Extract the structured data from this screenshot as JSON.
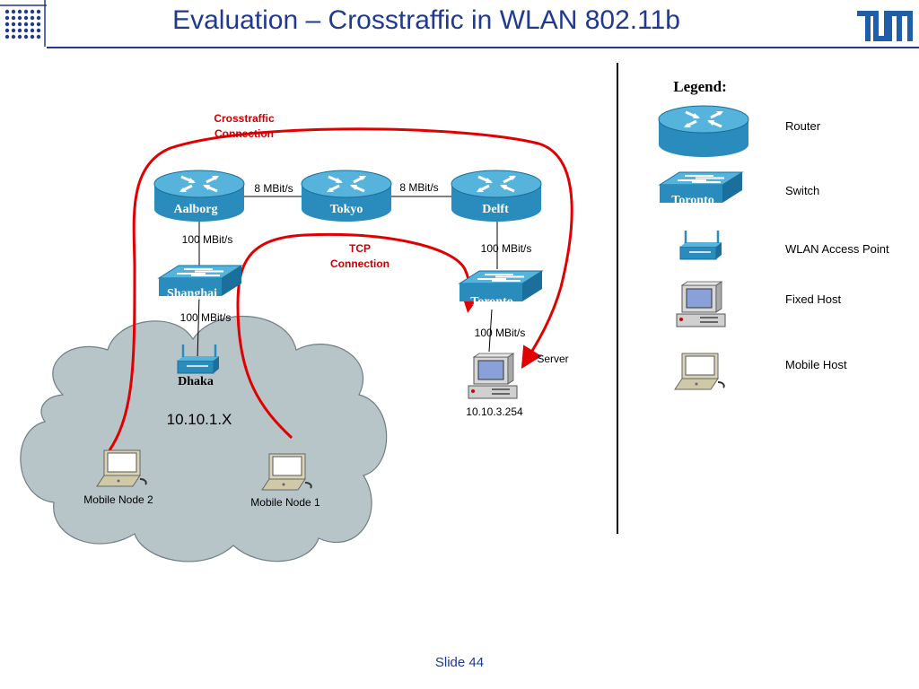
{
  "slide": {
    "title": "Evaluation – Crosstraffic in WLAN 802.11b",
    "footer": "Slide 44"
  },
  "colors": {
    "title_blue": "#1f3a8f",
    "device_blue": "#2b8fbf",
    "connection_red": "#e00000",
    "cloud_fill": "#b7c4c8"
  },
  "network": {
    "routers": {
      "aalborg": "Aalborg",
      "tokyo": "Tokyo",
      "delft": "Delft"
    },
    "switches": {
      "shanghai": "Shanghai",
      "toronto": "Toronto"
    },
    "access_point": "Dhaka",
    "links": {
      "aalborg_tokyo": "8 MBit/s",
      "tokyo_delft": "8 MBit/s",
      "aalborg_shanghai": "100 MBit/s",
      "shanghai_dhaka": "100 MBit/s",
      "delft_toronto": "100 MBit/s",
      "toronto_server": "100 MBit/s"
    },
    "subnet": "10.10.1.X",
    "server": {
      "label": "Server",
      "ip": "10.10.3.254"
    },
    "mobile_nodes": {
      "node2": "Mobile Node 2",
      "node1": "Mobile Node 1"
    },
    "connections": {
      "crosstraffic_line1": "Crosstraffic",
      "crosstraffic_line2": "Connection",
      "tcp_line1": "TCP",
      "tcp_line2": "Connection"
    }
  },
  "legend": {
    "title": "Legend:",
    "switch_sample_label": "Toronto",
    "items": [
      "Router",
      "Switch",
      "WLAN Access Point",
      "Fixed Host",
      "Mobile Host"
    ]
  }
}
